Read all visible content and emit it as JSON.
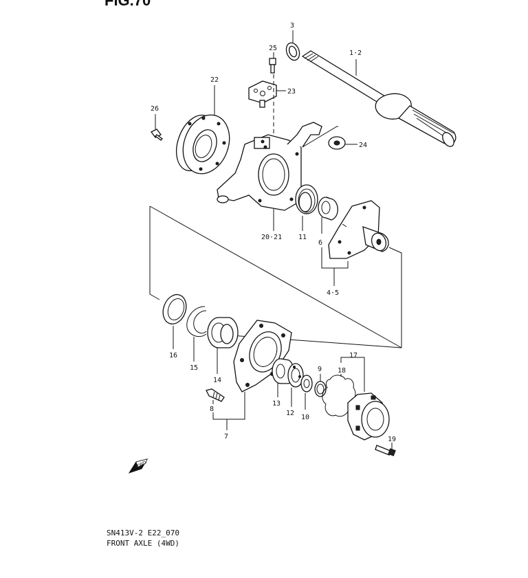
{
  "figure": {
    "title": "FIG.70",
    "code": "SN413V-2 E22_070",
    "caption": "FRONT AXLE (4WD)"
  },
  "fwd_marker": "FWD",
  "callouts": {
    "c3": "3",
    "c1_2": "1·2",
    "c25": "25",
    "c22": "22",
    "c23": "23",
    "c26": "26",
    "c24": "24",
    "c20_21": "20·21",
    "c11": "11",
    "c6": "6",
    "c4_5": "4·5",
    "c16": "16",
    "c15": "15",
    "c14": "14",
    "c17": "17",
    "c18": "18",
    "c9": "9",
    "c13": "13",
    "c12": "12",
    "c10": "10",
    "c8": "8",
    "c7": "7",
    "c19": "19"
  }
}
